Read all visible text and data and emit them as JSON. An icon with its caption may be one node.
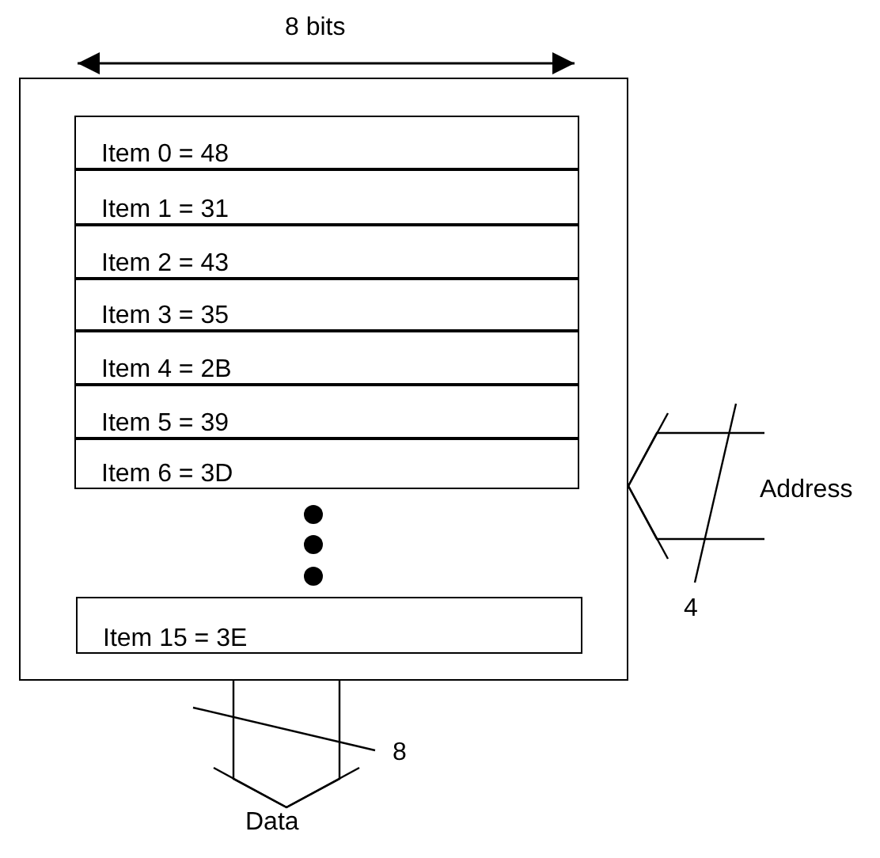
{
  "diagram": {
    "nodes": [
      {
        "text": [],
        "shape": "box"
      },
      {
        "text": [
          "Item 0 = 48"
        ],
        "in": 0
      },
      {
        "text": [
          "Item 1 = 31"
        ],
        "in": 0
      },
      {
        "text": [
          "Item 2 = 43"
        ],
        "in": 0
      },
      {
        "text": [
          "Item 3 = 35"
        ],
        "in": 0
      },
      {
        "text": [
          "Item 4 = 2B"
        ],
        "in": 0
      },
      {
        "text": [
          "Item 5 = 39"
        ],
        "in": 0
      },
      {
        "text": [
          "Item 6 = 3D"
        ],
        "in": 0
      },
      {
        "text": [
          "Item 15 = 3E"
        ],
        "in": 0
      },
      {
        "text": [
          "Address"
        ]
      },
      {
        "text": [
          "Data"
        ]
      }
    ],
    "edges": [
      {
        "from": 9,
        "to": 0,
        "arrow": "to"
      },
      {
        "from": 0,
        "to": 10,
        "arrow": "to"
      }
    ],
    "labels": [
      "8 bits",
      "4",
      "8"
    ]
  }
}
